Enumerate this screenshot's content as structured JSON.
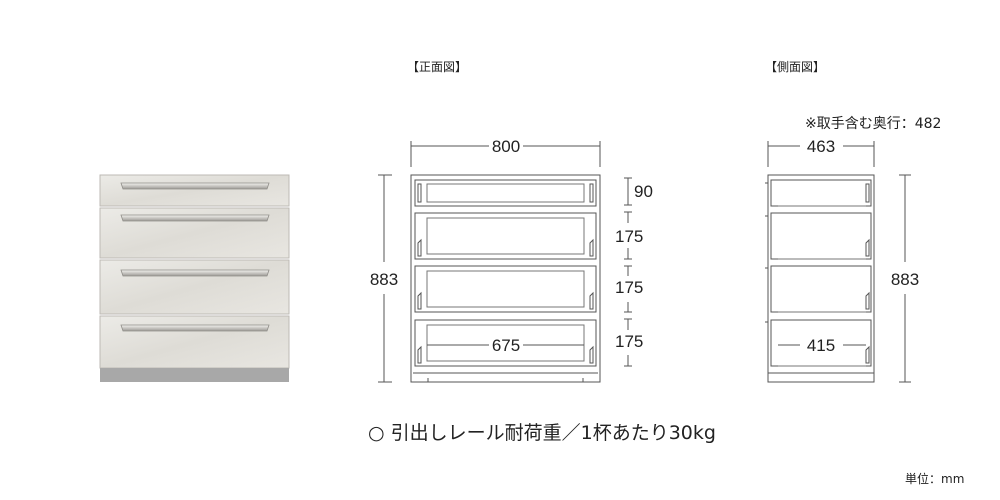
{
  "titles": {
    "front": "【正面図】",
    "side": "【側面図】"
  },
  "notes": {
    "depth_with_handle": "※取手含む奥行：482",
    "rail_load": "○ 引出しレール耐荷重／1杯あたり30kg",
    "unit": "単位：mm"
  },
  "front_dimensions": {
    "width": "800",
    "height": "883",
    "inner_width": "675",
    "drawer_heights": [
      "90",
      "175",
      "175",
      "175"
    ]
  },
  "side_dimensions": {
    "depth": "463",
    "height": "883",
    "inner_depth": "415"
  },
  "colors": {
    "panel": "#e6e4df",
    "line": "#555555",
    "kick": "#a8a8a8"
  }
}
